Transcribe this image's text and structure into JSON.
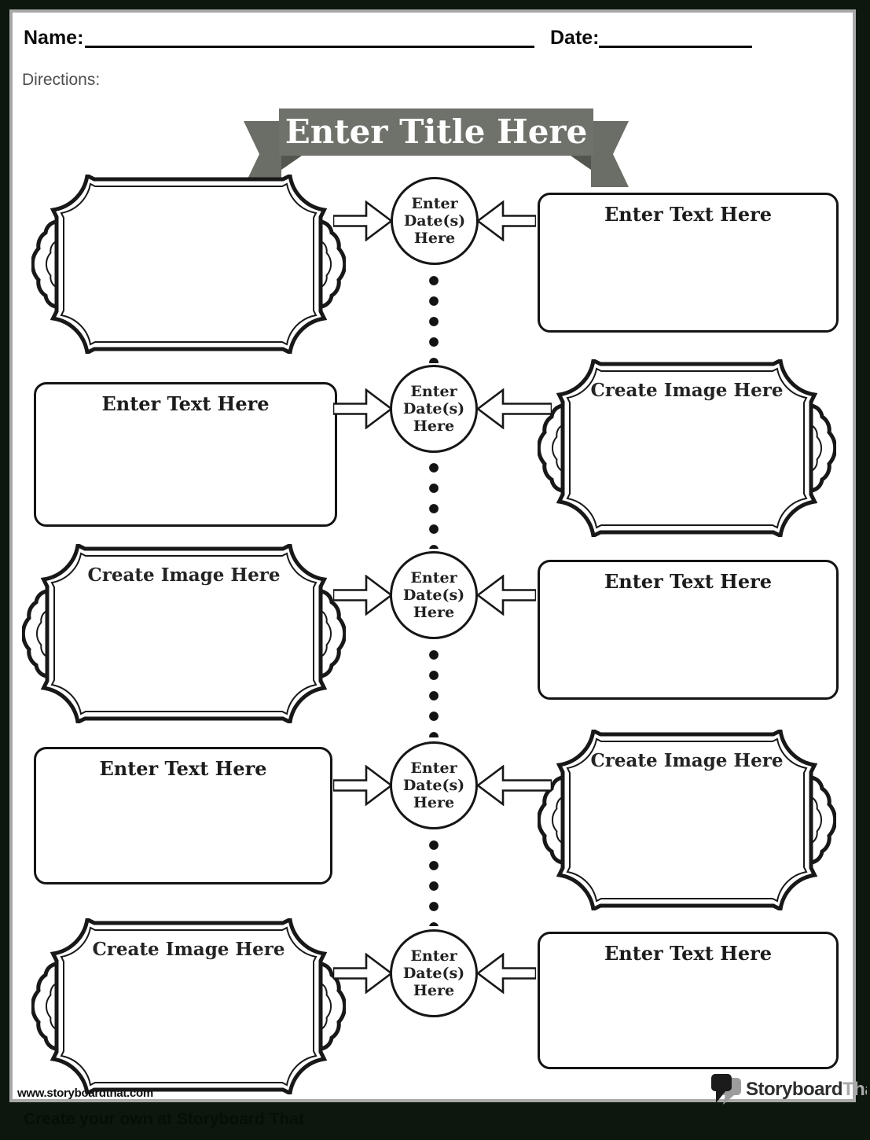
{
  "header": {
    "name_label": "Name:",
    "date_label": "Date:",
    "directions_label": "Directions:"
  },
  "banner": {
    "title": "Enter Title Here"
  },
  "timeline": {
    "date_circle_lines": [
      "Enter",
      "Date(s)",
      "Here"
    ],
    "rows": [
      {
        "left_type": "frame",
        "left_label": "",
        "right_type": "plain",
        "right_label": "Enter Text Here"
      },
      {
        "left_type": "plain",
        "left_label": "Enter Text Here",
        "right_type": "frame",
        "right_label": "Create Image Here"
      },
      {
        "left_type": "frame",
        "left_label": "Create Image Here",
        "right_type": "plain",
        "right_label": "Enter Text Here"
      },
      {
        "left_type": "plain",
        "left_label": "Enter Text Here",
        "right_type": "frame",
        "right_label": "Create Image Here"
      },
      {
        "left_type": "frame",
        "left_label": "Create Image Here",
        "right_type": "plain",
        "right_label": "Enter Text Here"
      }
    ]
  },
  "footer": {
    "website": "www.storyboardthat.com",
    "logo_text_primary": "Storyboard",
    "logo_text_secondary": "That",
    "tagline": "Create your own at Storyboard That"
  },
  "colors": {
    "ribbon": "#6f726a",
    "ribbon_tail": "#6b6e66",
    "ribbon_fold": "#53564e",
    "stroke": "#181818",
    "page_border": "#a9a9a9",
    "background": "#0d170e",
    "logo_gray": "#a9a9a9"
  }
}
